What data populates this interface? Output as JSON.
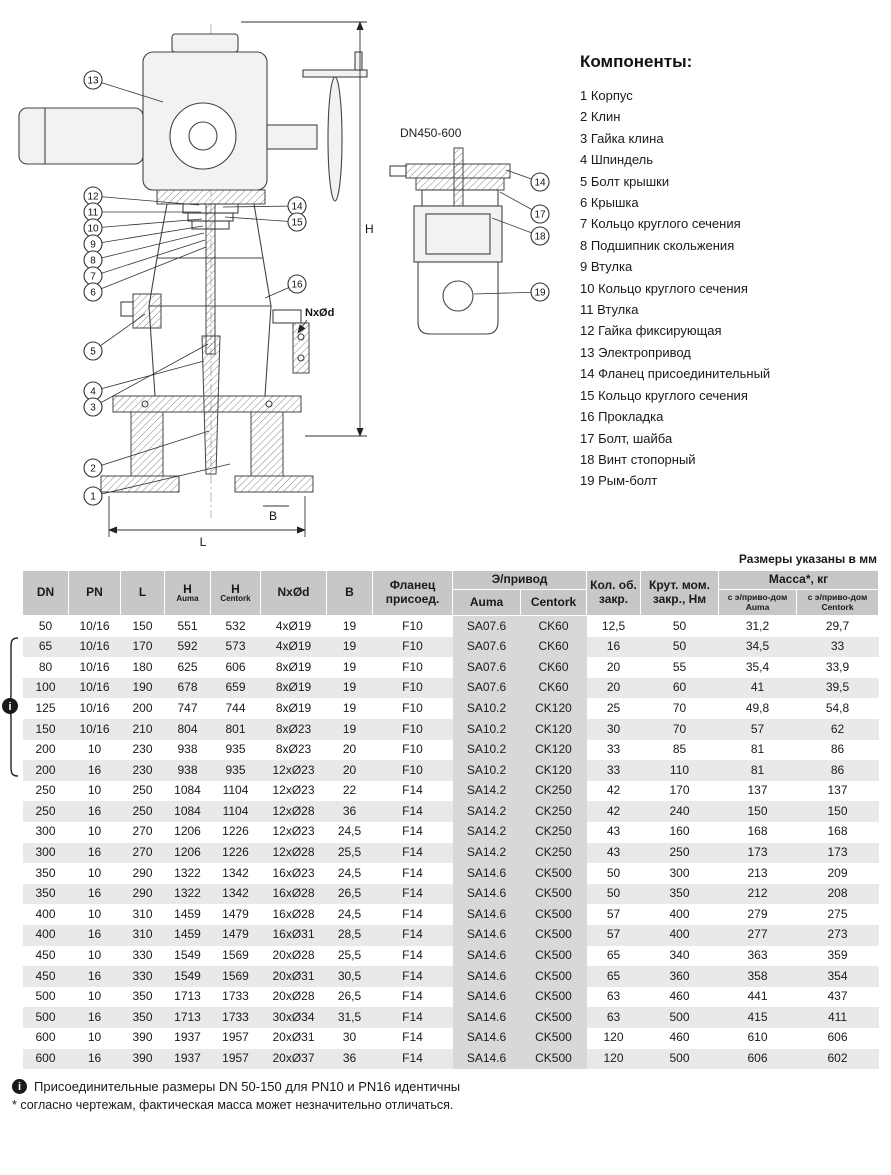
{
  "components": {
    "title": "Компоненты:",
    "items": [
      {
        "num": "1",
        "label": "Корпус"
      },
      {
        "num": "2",
        "label": "Клин"
      },
      {
        "num": "3",
        "label": "Гайка клина"
      },
      {
        "num": "4",
        "label": "Шпиндель"
      },
      {
        "num": "5",
        "label": "Болт крышки"
      },
      {
        "num": "6",
        "label": "Крышка"
      },
      {
        "num": "7",
        "label": "Кольцо круглого сечения"
      },
      {
        "num": "8",
        "label": "Подшипник скольжения"
      },
      {
        "num": "9",
        "label": "Втулка"
      },
      {
        "num": "10",
        "label": "Кольцо круглого сечения"
      },
      {
        "num": "11",
        "label": "Втулка"
      },
      {
        "num": "12",
        "label": "Гайка фиксирующая"
      },
      {
        "num": "13",
        "label": "Электропривод"
      },
      {
        "num": "14",
        "label": "Фланец присоединительный"
      },
      {
        "num": "15",
        "label": "Кольцо круглого сечения"
      },
      {
        "num": "16",
        "label": "Прокладка"
      },
      {
        "num": "17",
        "label": "Болт, шайба"
      },
      {
        "num": "18",
        "label": "Винт стопорный"
      },
      {
        "num": "19",
        "label": "Рым-болт"
      }
    ]
  },
  "drawing": {
    "h_label": "H",
    "l_label": "L",
    "b_label": "B",
    "holes_label": "NxØd",
    "detail_label": "DN450-600",
    "main_callouts": [
      "13",
      "12",
      "11",
      "10",
      "9",
      "8",
      "7",
      "6",
      "5",
      "4",
      "3",
      "2",
      "1",
      "14",
      "15",
      "16"
    ],
    "detail_callouts": [
      "14",
      "17",
      "18",
      "19"
    ]
  },
  "table": {
    "units_note": "Размеры указаны в мм",
    "headers": {
      "dn": "DN",
      "pn": "PN",
      "l": "L",
      "h": "H",
      "h_auma": "Auma",
      "h_centork": "Centork",
      "nxod": "NxØd",
      "b": "B",
      "flange": "Фланец присоед.",
      "drive": "Э/привод",
      "drive_auma": "Auma",
      "drive_centork": "Centork",
      "turns": "Кол. об. закр.",
      "torque": "Крут. мом. закр., Нм",
      "mass": "Масса*, кг",
      "mass_auma": "с э/приво-дом Auma",
      "mass_centork": "с э/приво-дом Centork"
    },
    "rows": [
      [
        "50",
        "10/16",
        "150",
        "551",
        "532",
        "4xØ19",
        "19",
        "F10",
        "SA07.6",
        "CK60",
        "12,5",
        "50",
        "31,2",
        "29,7"
      ],
      [
        "65",
        "10/16",
        "170",
        "592",
        "573",
        "4xØ19",
        "19",
        "F10",
        "SA07.6",
        "CK60",
        "16",
        "50",
        "34,5",
        "33"
      ],
      [
        "80",
        "10/16",
        "180",
        "625",
        "606",
        "8xØ19",
        "19",
        "F10",
        "SA07.6",
        "CK60",
        "20",
        "55",
        "35,4",
        "33,9"
      ],
      [
        "100",
        "10/16",
        "190",
        "678",
        "659",
        "8xØ19",
        "19",
        "F10",
        "SA07.6",
        "CK60",
        "20",
        "60",
        "41",
        "39,5"
      ],
      [
        "125",
        "10/16",
        "200",
        "747",
        "744",
        "8xØ19",
        "19",
        "F10",
        "SA10.2",
        "CK120",
        "25",
        "70",
        "49,8",
        "54,8"
      ],
      [
        "150",
        "10/16",
        "210",
        "804",
        "801",
        "8xØ23",
        "19",
        "F10",
        "SA10.2",
        "CK120",
        "30",
        "70",
        "57",
        "62"
      ],
      [
        "200",
        "10",
        "230",
        "938",
        "935",
        "8xØ23",
        "20",
        "F10",
        "SA10.2",
        "CK120",
        "33",
        "85",
        "81",
        "86"
      ],
      [
        "200",
        "16",
        "230",
        "938",
        "935",
        "12xØ23",
        "20",
        "F10",
        "SA10.2",
        "CK120",
        "33",
        "110",
        "81",
        "86"
      ],
      [
        "250",
        "10",
        "250",
        "1084",
        "1104",
        "12xØ23",
        "22",
        "F14",
        "SA14.2",
        "CK250",
        "42",
        "170",
        "137",
        "137"
      ],
      [
        "250",
        "16",
        "250",
        "1084",
        "1104",
        "12xØ28",
        "36",
        "F14",
        "SA14.2",
        "CK250",
        "42",
        "240",
        "150",
        "150"
      ],
      [
        "300",
        "10",
        "270",
        "1206",
        "1226",
        "12xØ23",
        "24,5",
        "F14",
        "SA14.2",
        "CK250",
        "43",
        "160",
        "168",
        "168"
      ],
      [
        "300",
        "16",
        "270",
        "1206",
        "1226",
        "12xØ28",
        "25,5",
        "F14",
        "SA14.2",
        "CK250",
        "43",
        "250",
        "173",
        "173"
      ],
      [
        "350",
        "10",
        "290",
        "1322",
        "1342",
        "16xØ23",
        "24,5",
        "F14",
        "SA14.6",
        "CK500",
        "50",
        "300",
        "213",
        "209"
      ],
      [
        "350",
        "16",
        "290",
        "1322",
        "1342",
        "16xØ28",
        "26,5",
        "F14",
        "SA14.6",
        "CK500",
        "50",
        "350",
        "212",
        "208"
      ],
      [
        "400",
        "10",
        "310",
        "1459",
        "1479",
        "16xØ28",
        "24,5",
        "F14",
        "SA14.6",
        "CK500",
        "57",
        "400",
        "279",
        "275"
      ],
      [
        "400",
        "16",
        "310",
        "1459",
        "1479",
        "16xØ31",
        "28,5",
        "F14",
        "SA14.6",
        "CK500",
        "57",
        "400",
        "277",
        "273"
      ],
      [
        "450",
        "10",
        "330",
        "1549",
        "1569",
        "20xØ28",
        "25,5",
        "F14",
        "SA14.6",
        "CK500",
        "65",
        "340",
        "363",
        "359"
      ],
      [
        "450",
        "16",
        "330",
        "1549",
        "1569",
        "20xØ31",
        "30,5",
        "F14",
        "SA14.6",
        "CK500",
        "65",
        "360",
        "358",
        "354"
      ],
      [
        "500",
        "10",
        "350",
        "1713",
        "1733",
        "20xØ28",
        "26,5",
        "F14",
        "SA14.6",
        "CK500",
        "63",
        "460",
        "441",
        "437"
      ],
      [
        "500",
        "16",
        "350",
        "1713",
        "1733",
        "30xØ34",
        "31,5",
        "F14",
        "SA14.6",
        "CK500",
        "63",
        "500",
        "415",
        "411"
      ],
      [
        "600",
        "10",
        "390",
        "1937",
        "1957",
        "20xØ31",
        "30",
        "F14",
        "SA14.6",
        "CK500",
        "120",
        "460",
        "610",
        "606"
      ],
      [
        "600",
        "16",
        "390",
        "1937",
        "1957",
        "20xØ37",
        "36",
        "F14",
        "SA14.6",
        "CK500",
        "120",
        "500",
        "606",
        "602"
      ]
    ]
  },
  "footnotes": {
    "info_icon": "i",
    "info": "Присоединительные размеры DN 50-150 для PN10 и PN16 идентичны",
    "mass": "* согласно чертежам, фактическая масса может незначительно отличаться."
  }
}
